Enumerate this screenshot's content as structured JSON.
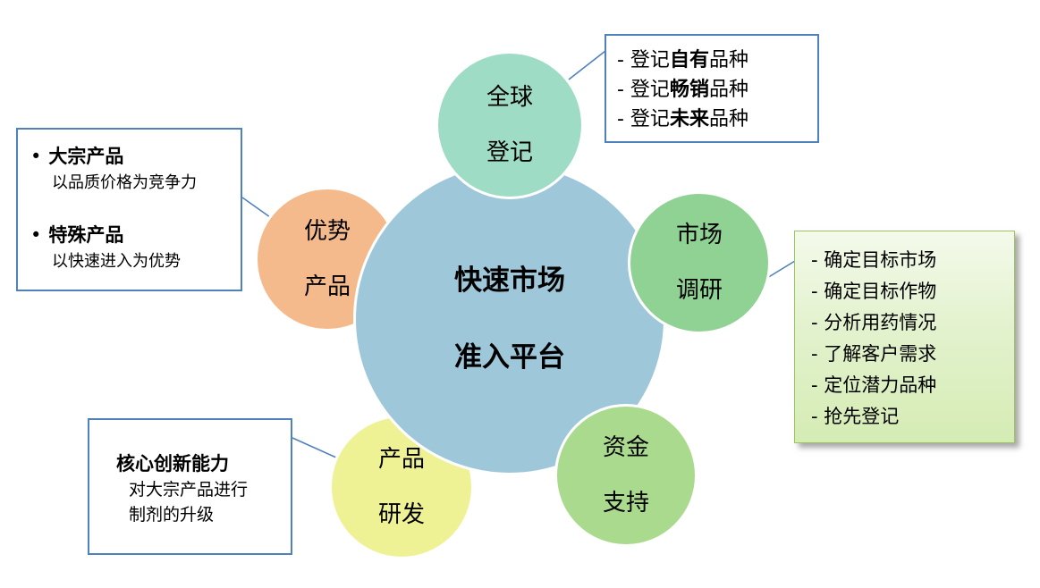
{
  "diagram": {
    "center_circle": {
      "line1": "快速市场",
      "line2": "准入平台"
    },
    "circles": {
      "global_registration": {
        "line1": "全球",
        "line2": "登记"
      },
      "market_research": {
        "line1": "市场",
        "line2": "调研"
      },
      "advantage_products": {
        "line1": "优势",
        "line2": "产品"
      },
      "product_rd": {
        "line1": "产品",
        "line2": "研发"
      },
      "funding_support": {
        "line1": "资金",
        "line2": "支持"
      }
    },
    "callouts": {
      "registration": {
        "items": [
          {
            "pre": "- 登记",
            "bold": "自有",
            "post": "品种"
          },
          {
            "pre": "- 登记",
            "bold": "畅销",
            "post": "品种"
          },
          {
            "pre": "- 登记",
            "bold": "未来",
            "post": "品种"
          }
        ]
      },
      "products": {
        "items": [
          {
            "bullet": "•",
            "title": "大宗产品",
            "desc": "以品质价格为竞争力"
          },
          {
            "bullet": "•",
            "title": "特殊产品",
            "desc": "以快速进入为优势"
          }
        ]
      },
      "research": {
        "items": [
          "- 确定目标市场",
          "- 确定目标作物",
          "- 分析用药情况",
          "- 了解客户需求",
          "- 定位潜力品种",
          "- 抢先登记"
        ]
      },
      "innovation": {
        "title": "核心创新能力",
        "desc": [
          "对大宗产品进行",
          "制剂的升级"
        ]
      }
    },
    "colors": {
      "center_circle": "#9ec8da",
      "global_registration": "#9fdcc6",
      "market_research": "#8fd294",
      "advantage_products": "#f5ba8b",
      "product_rd": "#eff294",
      "funding_support": "#aada8d",
      "callout_border": "#4f81bd",
      "connector_line": "#4f81bd",
      "research_box_border": "#9dc360"
    }
  }
}
